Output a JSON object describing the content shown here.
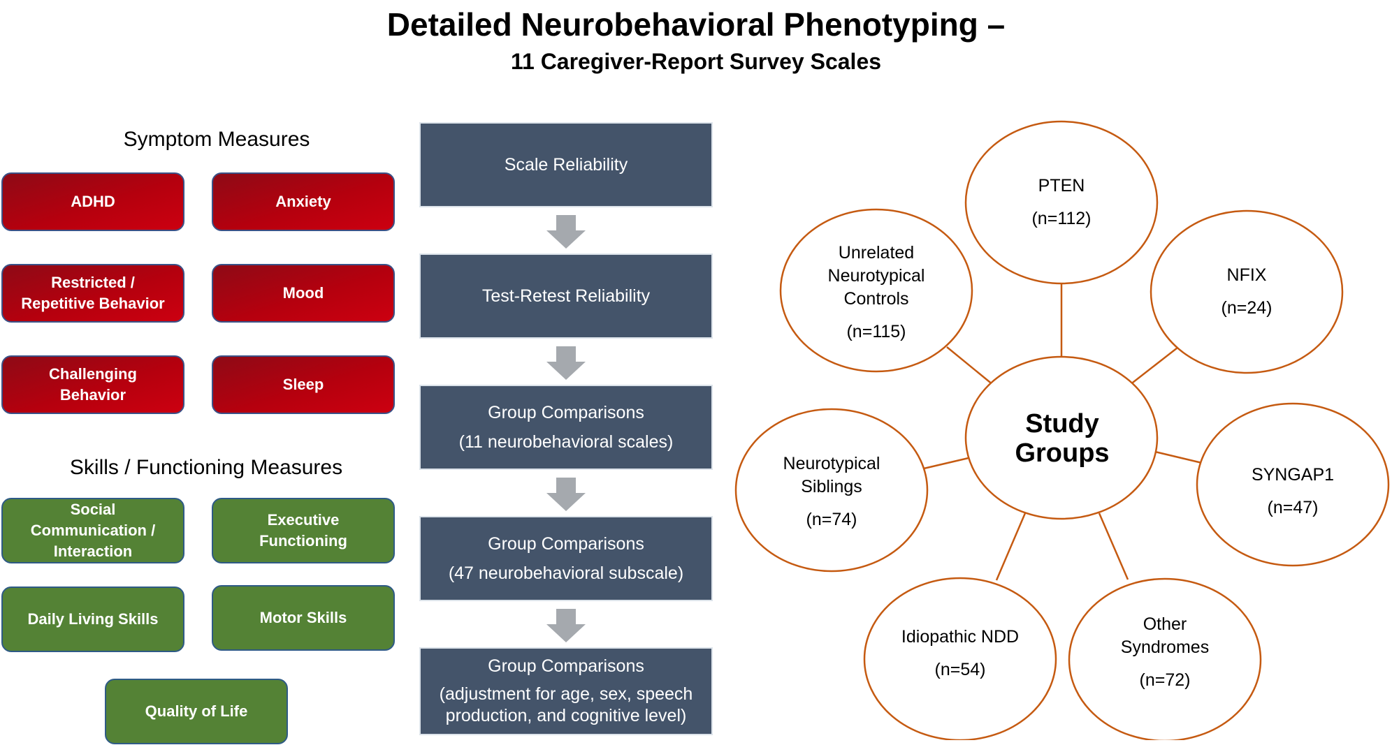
{
  "title": "Detailed Neurobehavioral Phenotyping –",
  "subtitle": "11 Caregiver-Report Survey Scales",
  "symptom_measures": {
    "heading": "Symptom Measures",
    "items": [
      "ADHD",
      "Anxiety",
      "Restricted /\nRepetitive Behavior",
      "Mood",
      "Challenging\nBehavior",
      "Sleep"
    ]
  },
  "skills_measures": {
    "heading": "Skills / Functioning Measures",
    "items": [
      "Social\nCommunication /\nInteraction",
      "Executive\nFunctioning",
      "Daily Living Skills",
      "Motor Skills",
      "Quality of Life"
    ]
  },
  "analysis_flow": [
    {
      "lines": [
        "Scale Reliability"
      ]
    },
    {
      "lines": [
        "Test-Retest Reliability"
      ]
    },
    {
      "lines": [
        "Group Comparisons",
        "(11 neurobehavioral scales)"
      ]
    },
    {
      "lines": [
        "Group Comparisons",
        "(47 neurobehavioral subscale)"
      ]
    },
    {
      "lines": [
        "Group Comparisons",
        "(adjustment for age, sex, speech",
        "production, and cognitive level)"
      ]
    }
  ],
  "study_groups": {
    "center": [
      "Study",
      "Groups"
    ],
    "groups": [
      {
        "name": [
          "PTEN"
        ],
        "count": "(n=112)"
      },
      {
        "name": [
          "NFIX"
        ],
        "count": "(n=24)"
      },
      {
        "name": [
          "SYNGAP1"
        ],
        "count": "(n=47)"
      },
      {
        "name": [
          "Other",
          "Syndromes"
        ],
        "count": "(n=72)"
      },
      {
        "name": [
          "Idiopathic NDD"
        ],
        "count": "(n=54)"
      },
      {
        "name": [
          "Neurotypical",
          "Siblings"
        ],
        "count": "(n=74)"
      },
      {
        "name": [
          "Unrelated",
          "Neurotypical",
          "Controls"
        ],
        "count": "(n=115)"
      }
    ]
  },
  "colors": {
    "symptom_fill": "#b5000e",
    "skill_fill": "#548235",
    "flow_box_fill": "#44546a",
    "arrow_fill": "#a5a9ae",
    "circle_stroke": "#c55a11"
  }
}
